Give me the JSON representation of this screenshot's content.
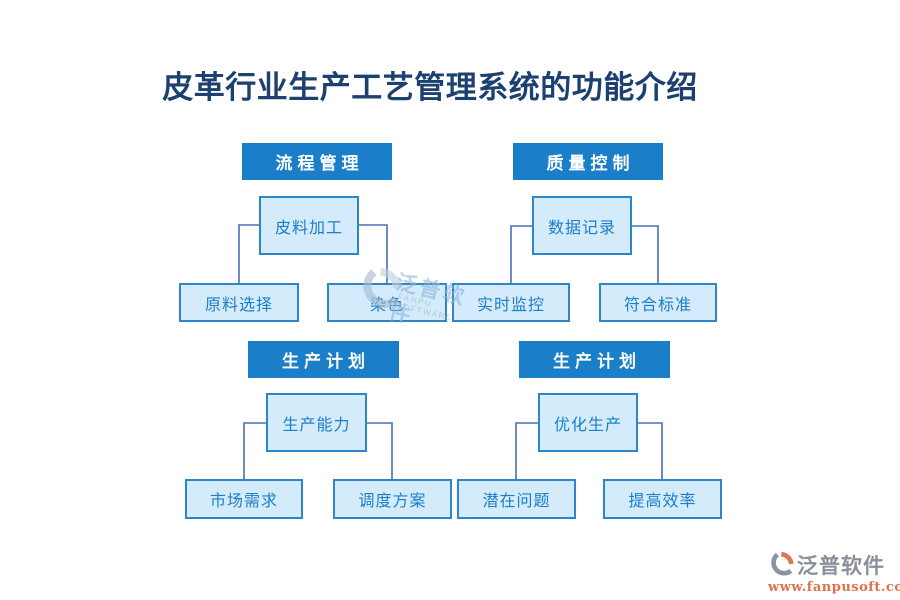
{
  "title": "皮革行业生产工艺管理系统的功能介绍",
  "trees": [
    {
      "header": "流程管理",
      "mid": "皮料加工",
      "leaves": [
        "原料选择",
        "染色"
      ]
    },
    {
      "header": "质量控制",
      "mid": "数据记录",
      "leaves": [
        "实时监控",
        "符合标准"
      ]
    },
    {
      "header": "生产计划",
      "mid": "生产能力",
      "leaves": [
        "市场需求",
        "调度方案"
      ]
    },
    {
      "header": "生产计划",
      "mid": "优化生产",
      "leaves": [
        "潜在问题",
        "提高效率"
      ]
    }
  ],
  "watermark": {
    "brand": "泛普软件",
    "brand_en": "FANPU SOFTWARE"
  },
  "footer_logo": {
    "brand": "泛普软件",
    "url": "www.fanpusoft.com"
  },
  "colors": {
    "title_text": "#1c4070",
    "header_bg": "#1b7ec8",
    "header_text": "#ffffff",
    "node_bg": "#d3ebfb",
    "node_border": "#2e86c8",
    "node_text": "#1b7ec8",
    "connector": "#4470b4",
    "watermark_blue": "#8fb6dd",
    "logo_gray": "#8a8f9b",
    "logo_orange": "#e0714b"
  }
}
